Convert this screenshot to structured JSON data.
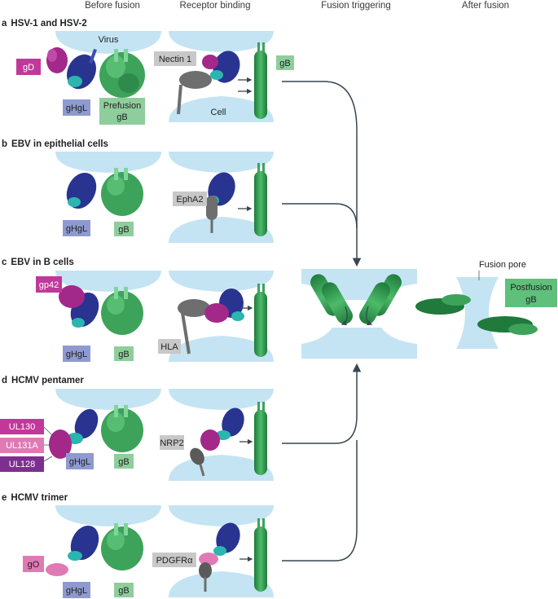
{
  "columns": {
    "before_fusion": "Before fusion",
    "receptor_binding": "Receptor binding",
    "fusion_triggering": "Fusion triggering",
    "after_fusion": "After fusion"
  },
  "rows": [
    {
      "letter": "a",
      "title": "HSV-1 and HSV-2"
    },
    {
      "letter": "b",
      "title": "EBV in epithelial cells"
    },
    {
      "letter": "c",
      "title": "EBV in B cells"
    },
    {
      "letter": "d",
      "title": "HCMV pentamer"
    },
    {
      "letter": "e",
      "title": "HCMV trimer"
    }
  ],
  "labels": {
    "virus": "Virus",
    "cell": "Cell",
    "gD": "gD",
    "gHgL": "gHgL",
    "prefusion_gB_line1": "Prefusion",
    "prefusion_gB_line2": "gB",
    "gB": "gB",
    "nectin1": "Nectin 1",
    "ephA2": "EphA2",
    "gp42": "gp42",
    "HLA": "HLA",
    "UL130": "UL130",
    "UL131A": "UL131A",
    "UL128": "UL128",
    "NRP2": "NRP2",
    "gO": "gO",
    "PDGFRa": "PDGFRα",
    "fusion_pore": "Fusion pore",
    "postfusion_line1": "Postfusion",
    "postfusion_line2": "gB"
  },
  "colors": {
    "membrane": "#c4e4f3",
    "gB_green": "#3da35a",
    "gB_label": "#8fce9c",
    "gHgL_blue": "#28348f",
    "gHgL_label": "#8e9ad0",
    "cyan": "#2bb5b0",
    "magenta": "#a2288a",
    "gD_label": "#c0399a",
    "receptor_grey": "#6e6e6e",
    "label_grey": "#c8c8c8",
    "pink_label": "#e07ab5",
    "arrow": "#37474f"
  }
}
